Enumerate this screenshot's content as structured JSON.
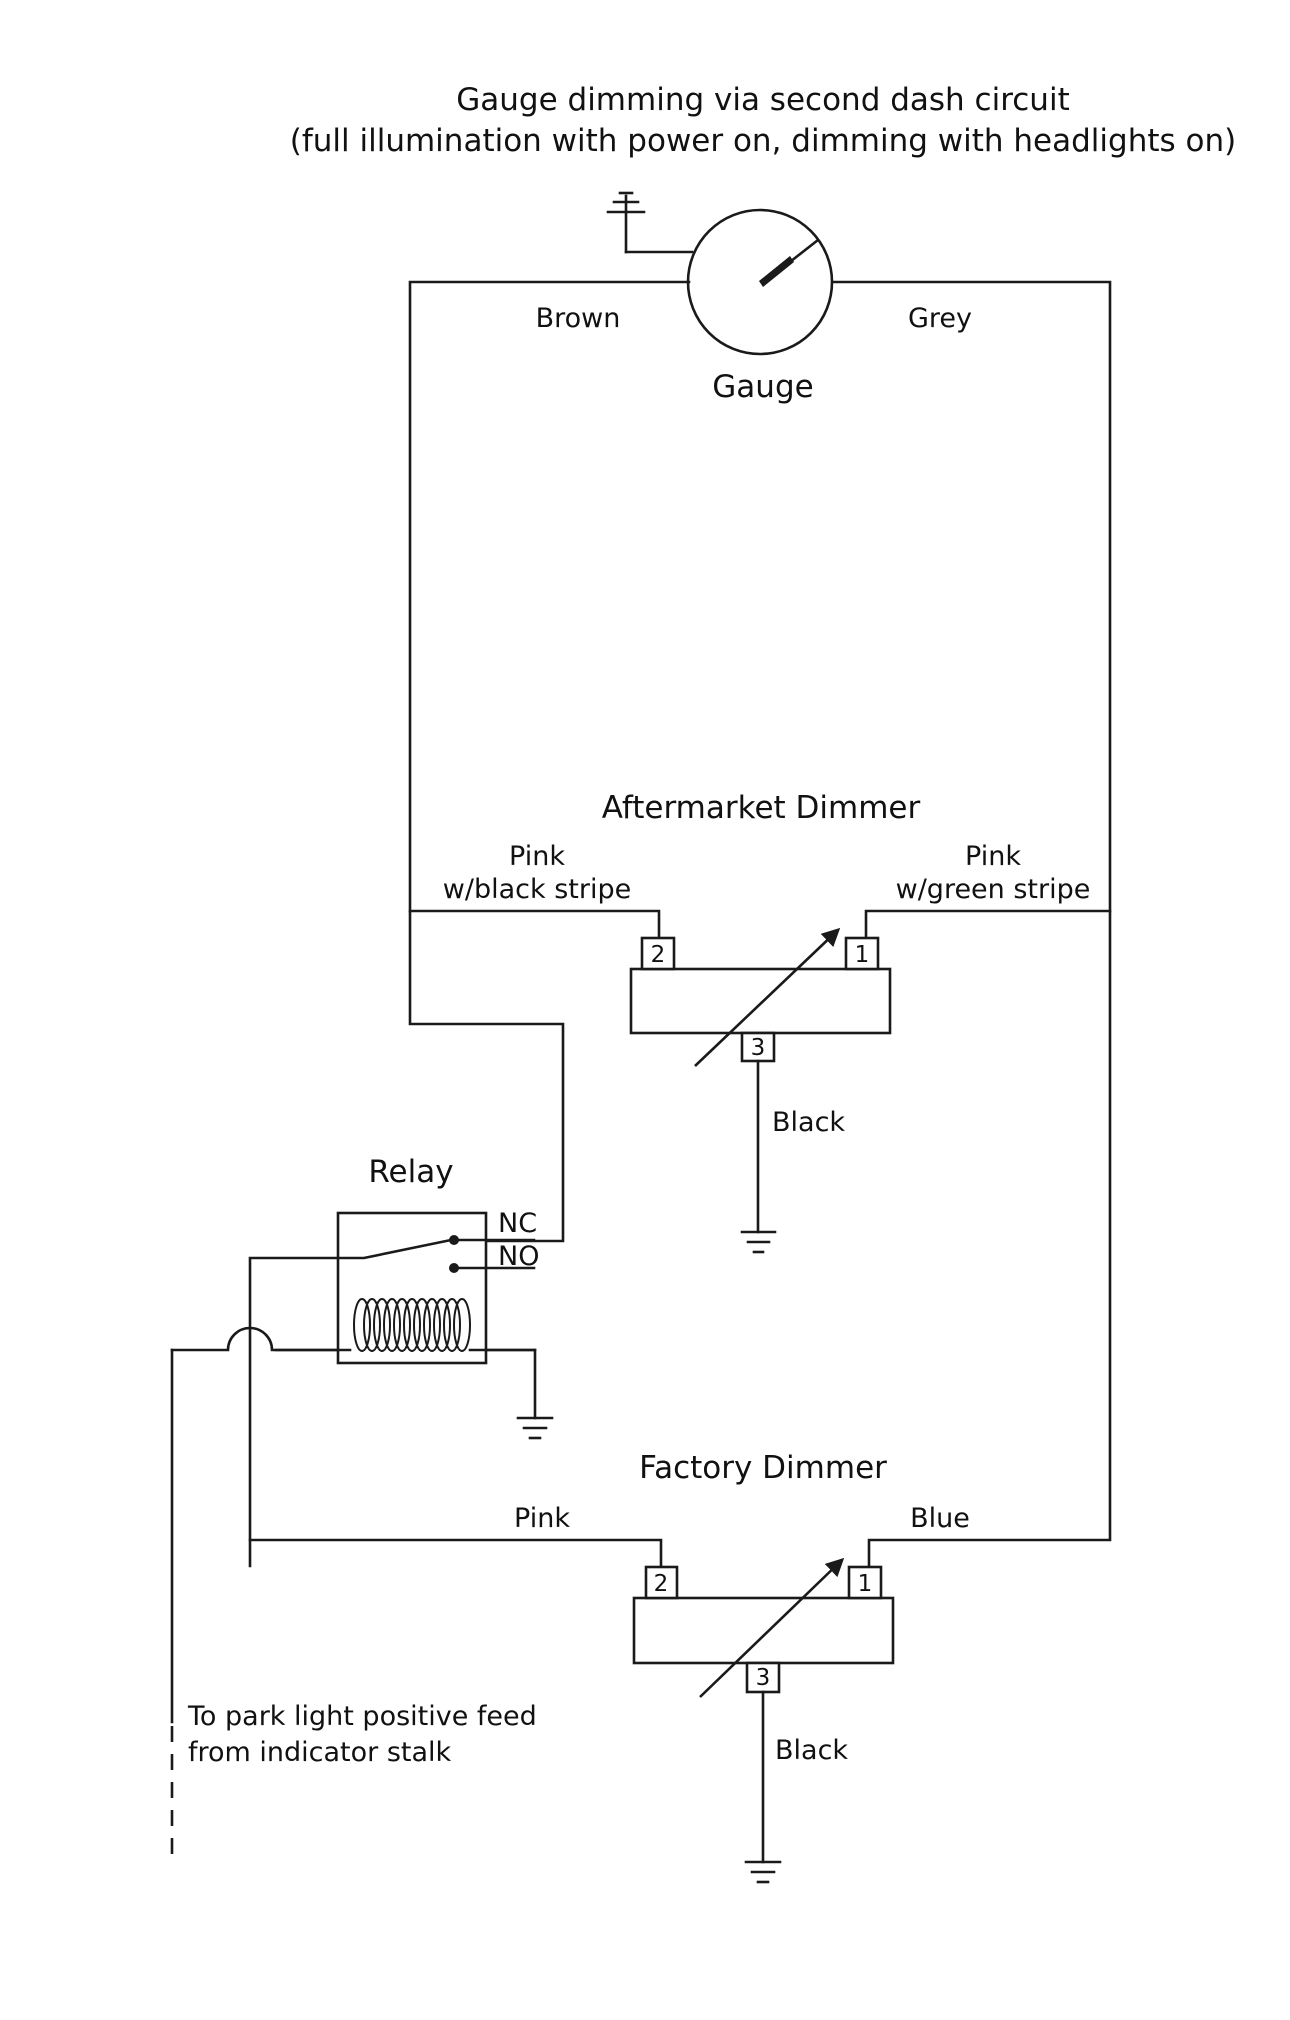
{
  "title": {
    "line1": "Gauge dimming via second dash circuit",
    "line2": "(full illumination with power on, dimming with headlights on)"
  },
  "gauge": {
    "label": "Gauge",
    "wire_left": "Brown",
    "wire_right": "Grey"
  },
  "aftermarket_dimmer": {
    "label": "Aftermarket Dimmer",
    "left_wire_line1": "Pink",
    "left_wire_line2": "w/black stripe",
    "right_wire_line1": "Pink",
    "right_wire_line2": "w/green stripe",
    "pin_left": "2",
    "pin_right": "1",
    "pin_bottom": "3",
    "bottom_wire": "Black"
  },
  "relay": {
    "label": "Relay",
    "nc": "NC",
    "no": "NO"
  },
  "factory_dimmer": {
    "label": "Factory Dimmer",
    "left_wire": "Pink",
    "right_wire": "Blue",
    "pin_left": "2",
    "pin_right": "1",
    "pin_bottom": "3",
    "bottom_wire": "Black"
  },
  "park_light_note": {
    "line1": "To park light positive feed",
    "line2": "from indicator stalk"
  },
  "icons": {
    "ground": "ground-icon",
    "coil": "relay-coil-icon",
    "variable_resistor": "variable-resistor-arrow-icon",
    "gauge_needle": "gauge-needle-icon"
  }
}
